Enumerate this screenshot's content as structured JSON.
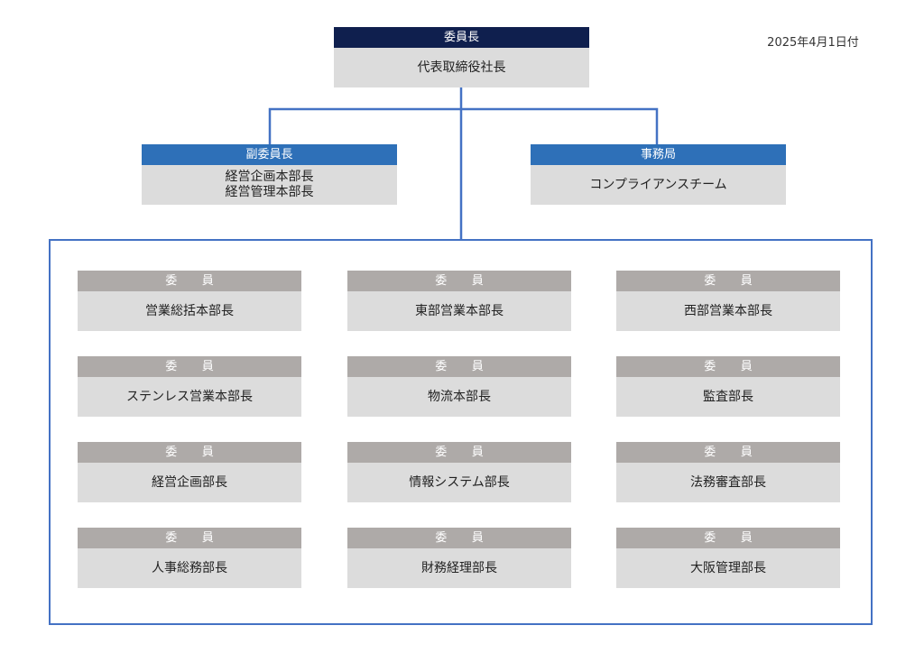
{
  "date": "2025年4月1日付",
  "colors": {
    "chair_header": "#0f1f4e",
    "vice_header": "#2e70b8",
    "member_header": "#aeaaa8",
    "connector": "#4472c4",
    "box_body": "#dcdcdc"
  },
  "chair": {
    "role": "委員長",
    "title": "代表取締役社長"
  },
  "vice": {
    "role": "副委員長",
    "titles": [
      "経営企画本部長",
      "経営管理本部長"
    ]
  },
  "secretariat": {
    "role": "事務局",
    "title": "コンプライアンスチーム"
  },
  "members": [
    {
      "role": "委 員",
      "title": "営業総括本部長"
    },
    {
      "role": "委 員",
      "title": "東部営業本部長"
    },
    {
      "role": "委 員",
      "title": "西部営業本部長"
    },
    {
      "role": "委 員",
      "title": "ステンレス営業本部長"
    },
    {
      "role": "委 員",
      "title": "物流本部長"
    },
    {
      "role": "委 員",
      "title": "監査部長"
    },
    {
      "role": "委 員",
      "title": "経営企画部長"
    },
    {
      "role": "委 員",
      "title": "情報システム部長"
    },
    {
      "role": "委 員",
      "title": "法務審査部長"
    },
    {
      "role": "委 員",
      "title": "人事総務部長"
    },
    {
      "role": "委 員",
      "title": "財務経理部長"
    },
    {
      "role": "委 員",
      "title": "大阪管理部長"
    }
  ]
}
